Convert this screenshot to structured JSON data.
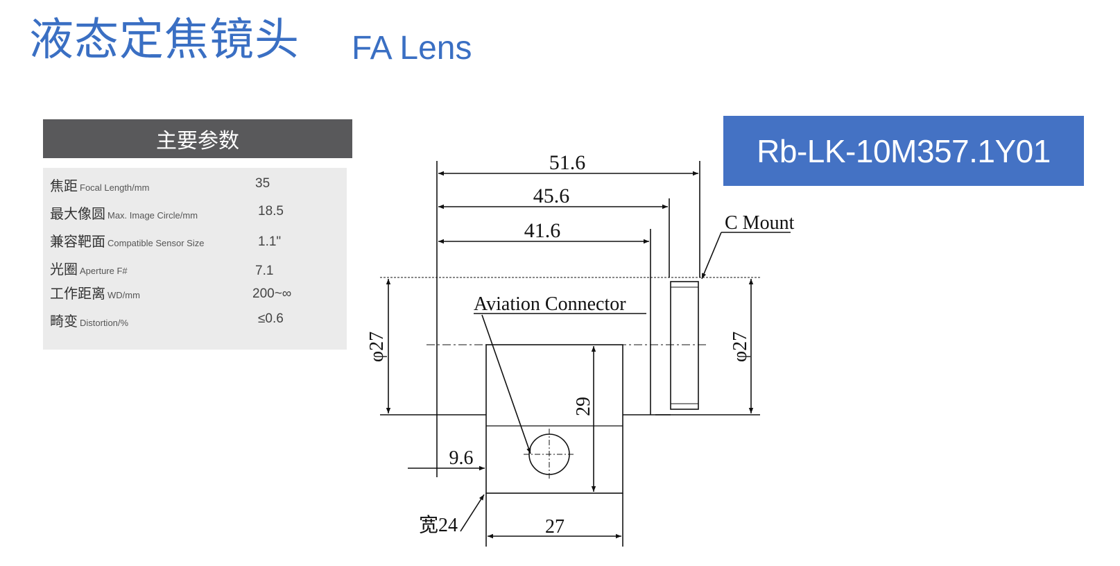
{
  "title": {
    "cn": "液态定焦镜头",
    "en": "FA Lens"
  },
  "params": {
    "header": "主要参数",
    "rows": [
      {
        "cn": "焦距",
        "en": "Focal Length/mm",
        "value": "35"
      },
      {
        "cn": "最大像圆",
        "en": "Max. Image Circle/mm",
        "value": "18.5"
      },
      {
        "cn": "兼容靶面",
        "en": "Compatible Sensor Size",
        "value": "1.1\""
      },
      {
        "cn": "光圈",
        "en": "Aperture F#",
        "value": "7.1"
      },
      {
        "cn": "工作距离",
        "en": "WD/mm",
        "value": "200~∞"
      },
      {
        "cn": "畸变",
        "en": "Distortion/%",
        "value": "≤0.6"
      }
    ]
  },
  "model": "Rb-LK-10M357.1Y01",
  "drawing": {
    "dims": {
      "overall_length": "51.6",
      "length_2": "45.6",
      "length_3": "41.6",
      "diameter_left": "φ27",
      "diameter_right": "φ27",
      "connector_height": "29",
      "connector_offset": "9.6",
      "connector_length": "27",
      "connector_width": "宽24"
    },
    "labels": {
      "c_mount": "C Mount",
      "aviation_connector": "Aviation Connector"
    }
  }
}
